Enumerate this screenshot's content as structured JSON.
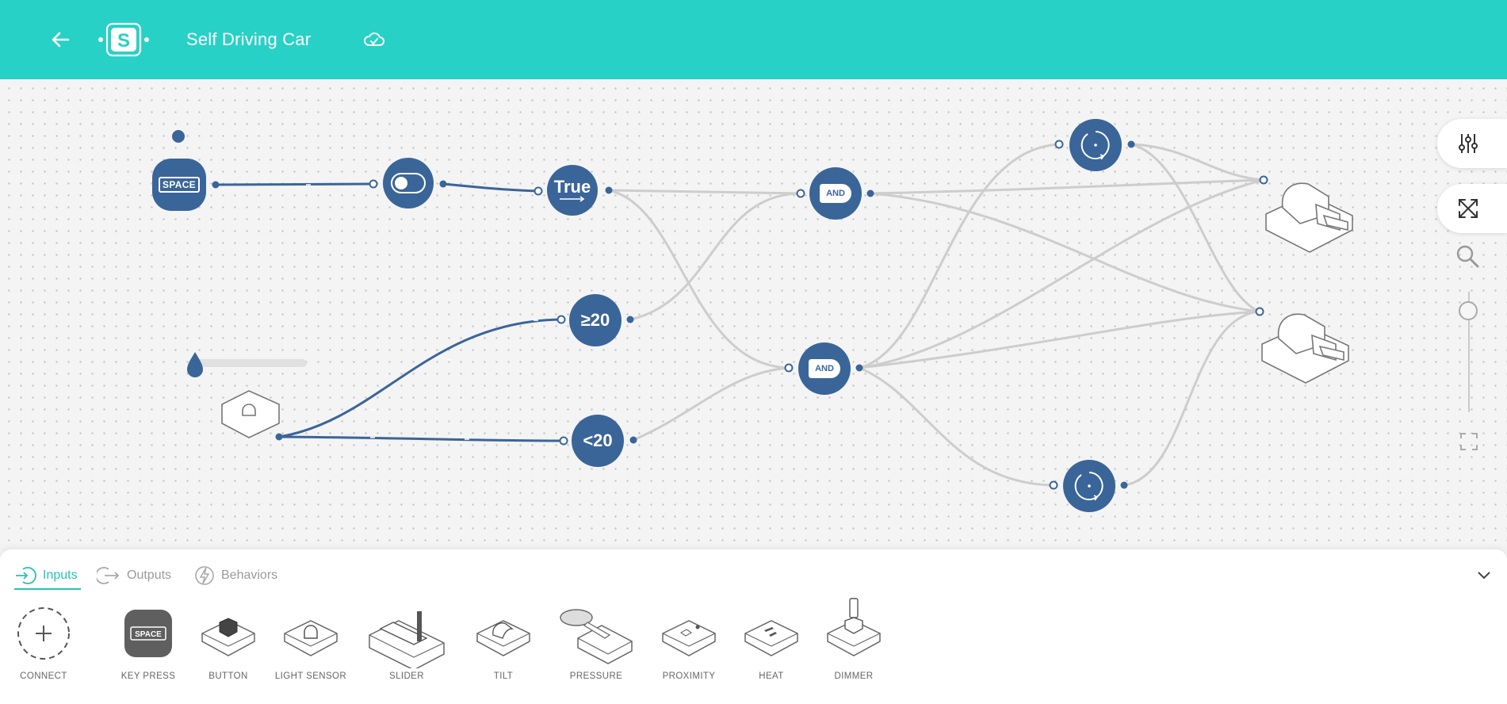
{
  "header": {
    "title": "Self Driving Car",
    "logo_letter": "S"
  },
  "canvas": {
    "nodes": {
      "key_press_label": "SPACE",
      "true_label": "True",
      "compare_ge": "≥20",
      "compare_lt": "<20",
      "and_label": "AND"
    }
  },
  "panel": {
    "tabs": [
      {
        "label": "Inputs",
        "icon": "input-arrow-icon",
        "active": true
      },
      {
        "label": "Outputs",
        "icon": "output-arrow-icon",
        "active": false
      },
      {
        "label": "Behaviors",
        "icon": "lightning-icon",
        "active": false
      }
    ],
    "tools": [
      {
        "label": "CONNECT",
        "icon": "connect-plus-icon"
      },
      {
        "label": "KEY PRESS",
        "icon": "key-press-icon",
        "badge": "SPACE"
      },
      {
        "label": "BUTTON",
        "icon": "button-icon"
      },
      {
        "label": "LIGHT SENSOR",
        "icon": "light-sensor-icon"
      },
      {
        "label": "SLIDER",
        "icon": "slider-icon"
      },
      {
        "label": "TILT",
        "icon": "tilt-icon"
      },
      {
        "label": "PRESSURE",
        "icon": "pressure-icon"
      },
      {
        "label": "PROXIMITY",
        "icon": "proximity-icon"
      },
      {
        "label": "HEAT",
        "icon": "heat-icon"
      },
      {
        "label": "DIMMER",
        "icon": "dimmer-icon"
      }
    ]
  },
  "colors": {
    "header": "#28d1c6",
    "node": "#3a6599",
    "wire_active": "#3a6599",
    "wire_inactive": "#cccccc",
    "accent": "#28c1b7"
  }
}
